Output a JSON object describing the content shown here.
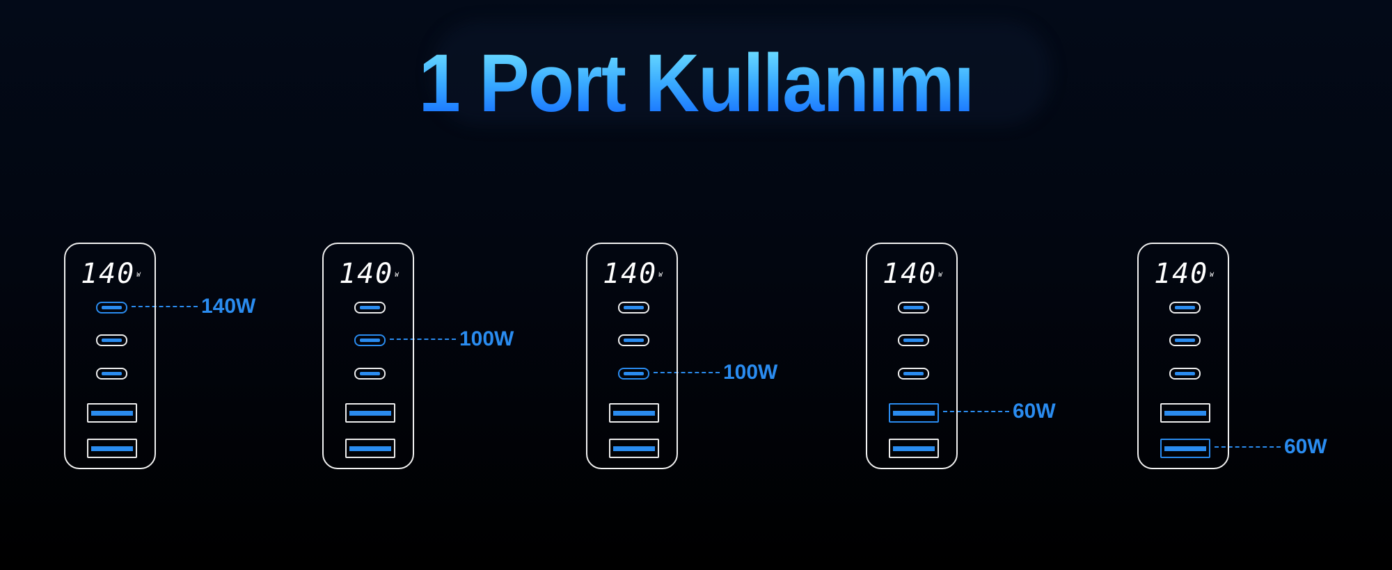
{
  "title": "1 Port Kullanımı",
  "accent_color": "#2a8cf0",
  "chargers": [
    {
      "display": "140",
      "unit": "W",
      "active_port": "usb-c-1",
      "label": "140W"
    },
    {
      "display": "140",
      "unit": "W",
      "active_port": "usb-c-2",
      "label": "100W"
    },
    {
      "display": "140",
      "unit": "W",
      "active_port": "usb-c-3",
      "label": "100W"
    },
    {
      "display": "140",
      "unit": "W",
      "active_port": "usb-a-1",
      "label": "60W"
    },
    {
      "display": "140",
      "unit": "W",
      "active_port": "usb-a-2",
      "label": "60W"
    }
  ]
}
